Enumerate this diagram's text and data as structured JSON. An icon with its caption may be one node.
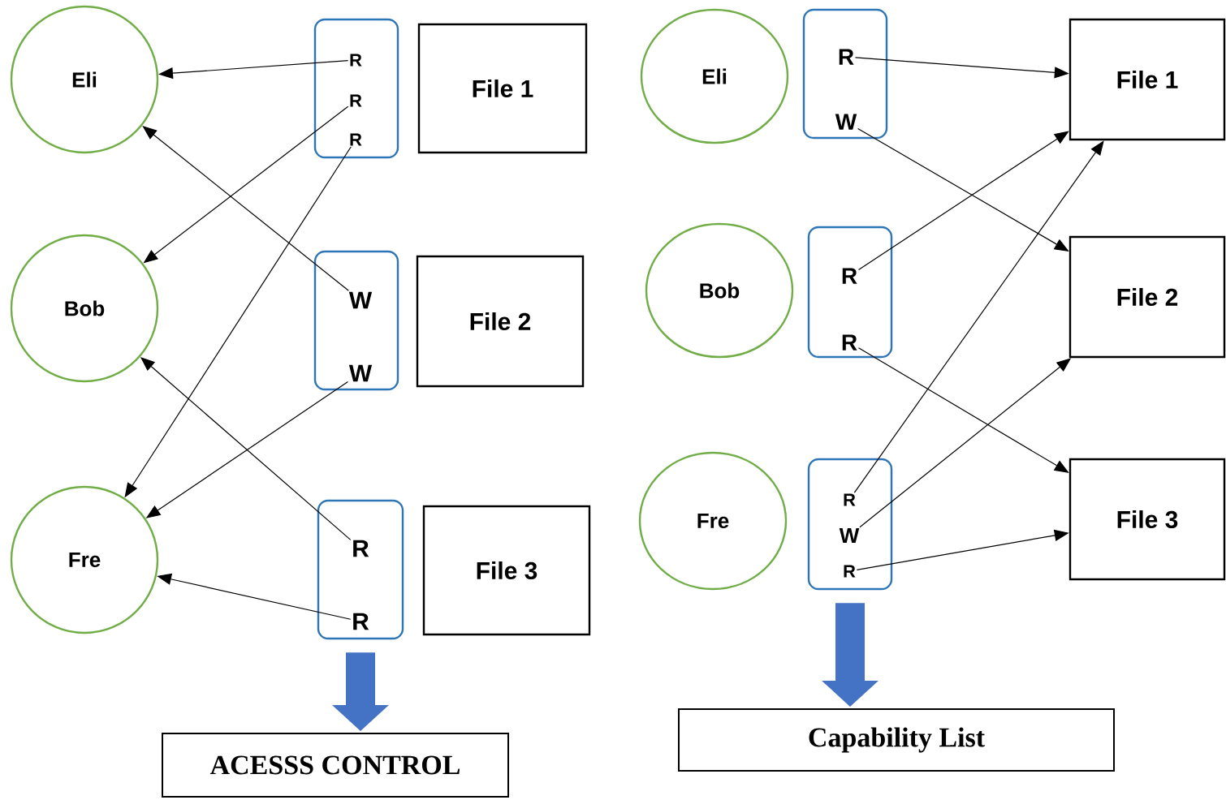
{
  "diagram": {
    "nodes": [
      {
        "text": [
          "Eli"
        ]
      },
      {
        "text": [
          "Bob"
        ]
      },
      {
        "text": [
          "Fre"
        ]
      },
      {
        "text": [],
        "shape": "box"
      },
      {
        "text": [
          "R"
        ],
        "in": 3
      },
      {
        "text": [
          "R"
        ],
        "in": 3
      },
      {
        "text": [
          "R"
        ],
        "in": 3
      },
      {
        "text": [],
        "shape": "box"
      },
      {
        "text": [
          "W"
        ],
        "in": 7
      },
      {
        "text": [
          "W"
        ],
        "in": 7
      },
      {
        "text": [],
        "shape": "box"
      },
      {
        "text": [
          "R"
        ],
        "in": 10
      },
      {
        "text": [
          "R"
        ],
        "in": 10
      },
      {
        "text": [
          "File 1"
        ]
      },
      {
        "text": [
          "File 2"
        ]
      },
      {
        "text": [
          "File 3"
        ]
      },
      {
        "text": [
          "ACESSS CONTROL"
        ]
      },
      {
        "text": [
          "Eli"
        ]
      },
      {
        "text": [
          "Bob"
        ]
      },
      {
        "text": [
          "Fre"
        ]
      },
      {
        "text": [],
        "shape": "box"
      },
      {
        "text": [
          "R"
        ],
        "in": 20
      },
      {
        "text": [
          "W"
        ],
        "in": 20
      },
      {
        "text": [],
        "shape": "box"
      },
      {
        "text": [
          "R"
        ],
        "in": 23
      },
      {
        "text": [
          "R"
        ],
        "in": 23
      },
      {
        "text": [],
        "shape": "box"
      },
      {
        "text": [
          "R"
        ],
        "in": 26
      },
      {
        "text": [
          "W"
        ],
        "in": 26
      },
      {
        "text": [
          "R"
        ],
        "in": 26
      },
      {
        "text": [
          "File 1"
        ]
      },
      {
        "text": [
          "File 2"
        ]
      },
      {
        "text": [
          "File 3"
        ]
      },
      {
        "text": [
          "Capability List"
        ]
      }
    ],
    "edges": [
      {
        "from": 4,
        "to": 0,
        "arrow": "to"
      },
      {
        "from": 5,
        "to": 1,
        "arrow": "to"
      },
      {
        "from": 6,
        "to": 2,
        "arrow": "to"
      },
      {
        "from": 8,
        "to": 0,
        "arrow": "to"
      },
      {
        "from": 9,
        "to": 2,
        "arrow": "to"
      },
      {
        "from": 11,
        "to": 1,
        "arrow": "to"
      },
      {
        "from": 12,
        "to": 2,
        "arrow": "to"
      },
      {
        "from": 10,
        "to": 16,
        "arrow": "to",
        "style": "thick",
        "color": "#4472c4"
      },
      {
        "from": 21,
        "to": 30,
        "arrow": "to"
      },
      {
        "from": 22,
        "to": 31,
        "arrow": "to"
      },
      {
        "from": 24,
        "to": 30,
        "arrow": "to"
      },
      {
        "from": 25,
        "to": 32,
        "arrow": "to"
      },
      {
        "from": 27,
        "to": 30,
        "arrow": "to"
      },
      {
        "from": 28,
        "to": 31,
        "arrow": "to"
      },
      {
        "from": 29,
        "to": 32,
        "arrow": "to"
      },
      {
        "from": 26,
        "to": 33,
        "arrow": "to",
        "style": "thick",
        "color": "#4472c4"
      }
    ]
  }
}
